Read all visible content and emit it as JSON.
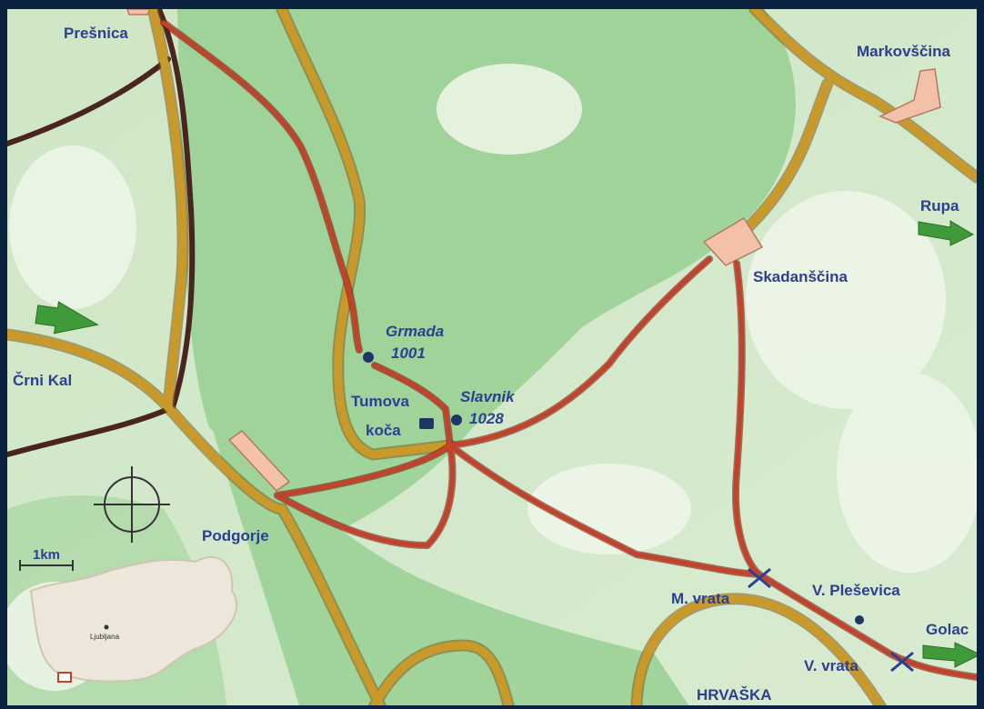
{
  "map": {
    "places": {
      "presnica": "Prešnica",
      "markovscina": "Markovščina",
      "rupa": "Rupa",
      "skadanscina": "Skadanščina",
      "crni_kal": "Črni Kal",
      "podgorje": "Podgorje",
      "m_vrata": "M. vrata",
      "v_plesevica": "V. Pleševica",
      "golac": "Golac",
      "v_vrata": "V. vrata",
      "hrvaska": "HRVAŠKA"
    },
    "peaks": {
      "grmada_name": "Grmada",
      "grmada_elev": "1001",
      "slavnik_name": "Slavnik",
      "slavnik_elev": "1028"
    },
    "hut": {
      "line1": "Tumova",
      "line2": "koča"
    },
    "scale": "1km",
    "inset": {
      "capital": "Ljubljana"
    },
    "colors": {
      "frame": "#0b2340",
      "trail": "#c1432b",
      "road": "#c99a2a",
      "railway": "#4a2420",
      "settlement": "#f3c0a8",
      "label": "#2d3f92",
      "arrow": "#3f9a3a"
    }
  }
}
